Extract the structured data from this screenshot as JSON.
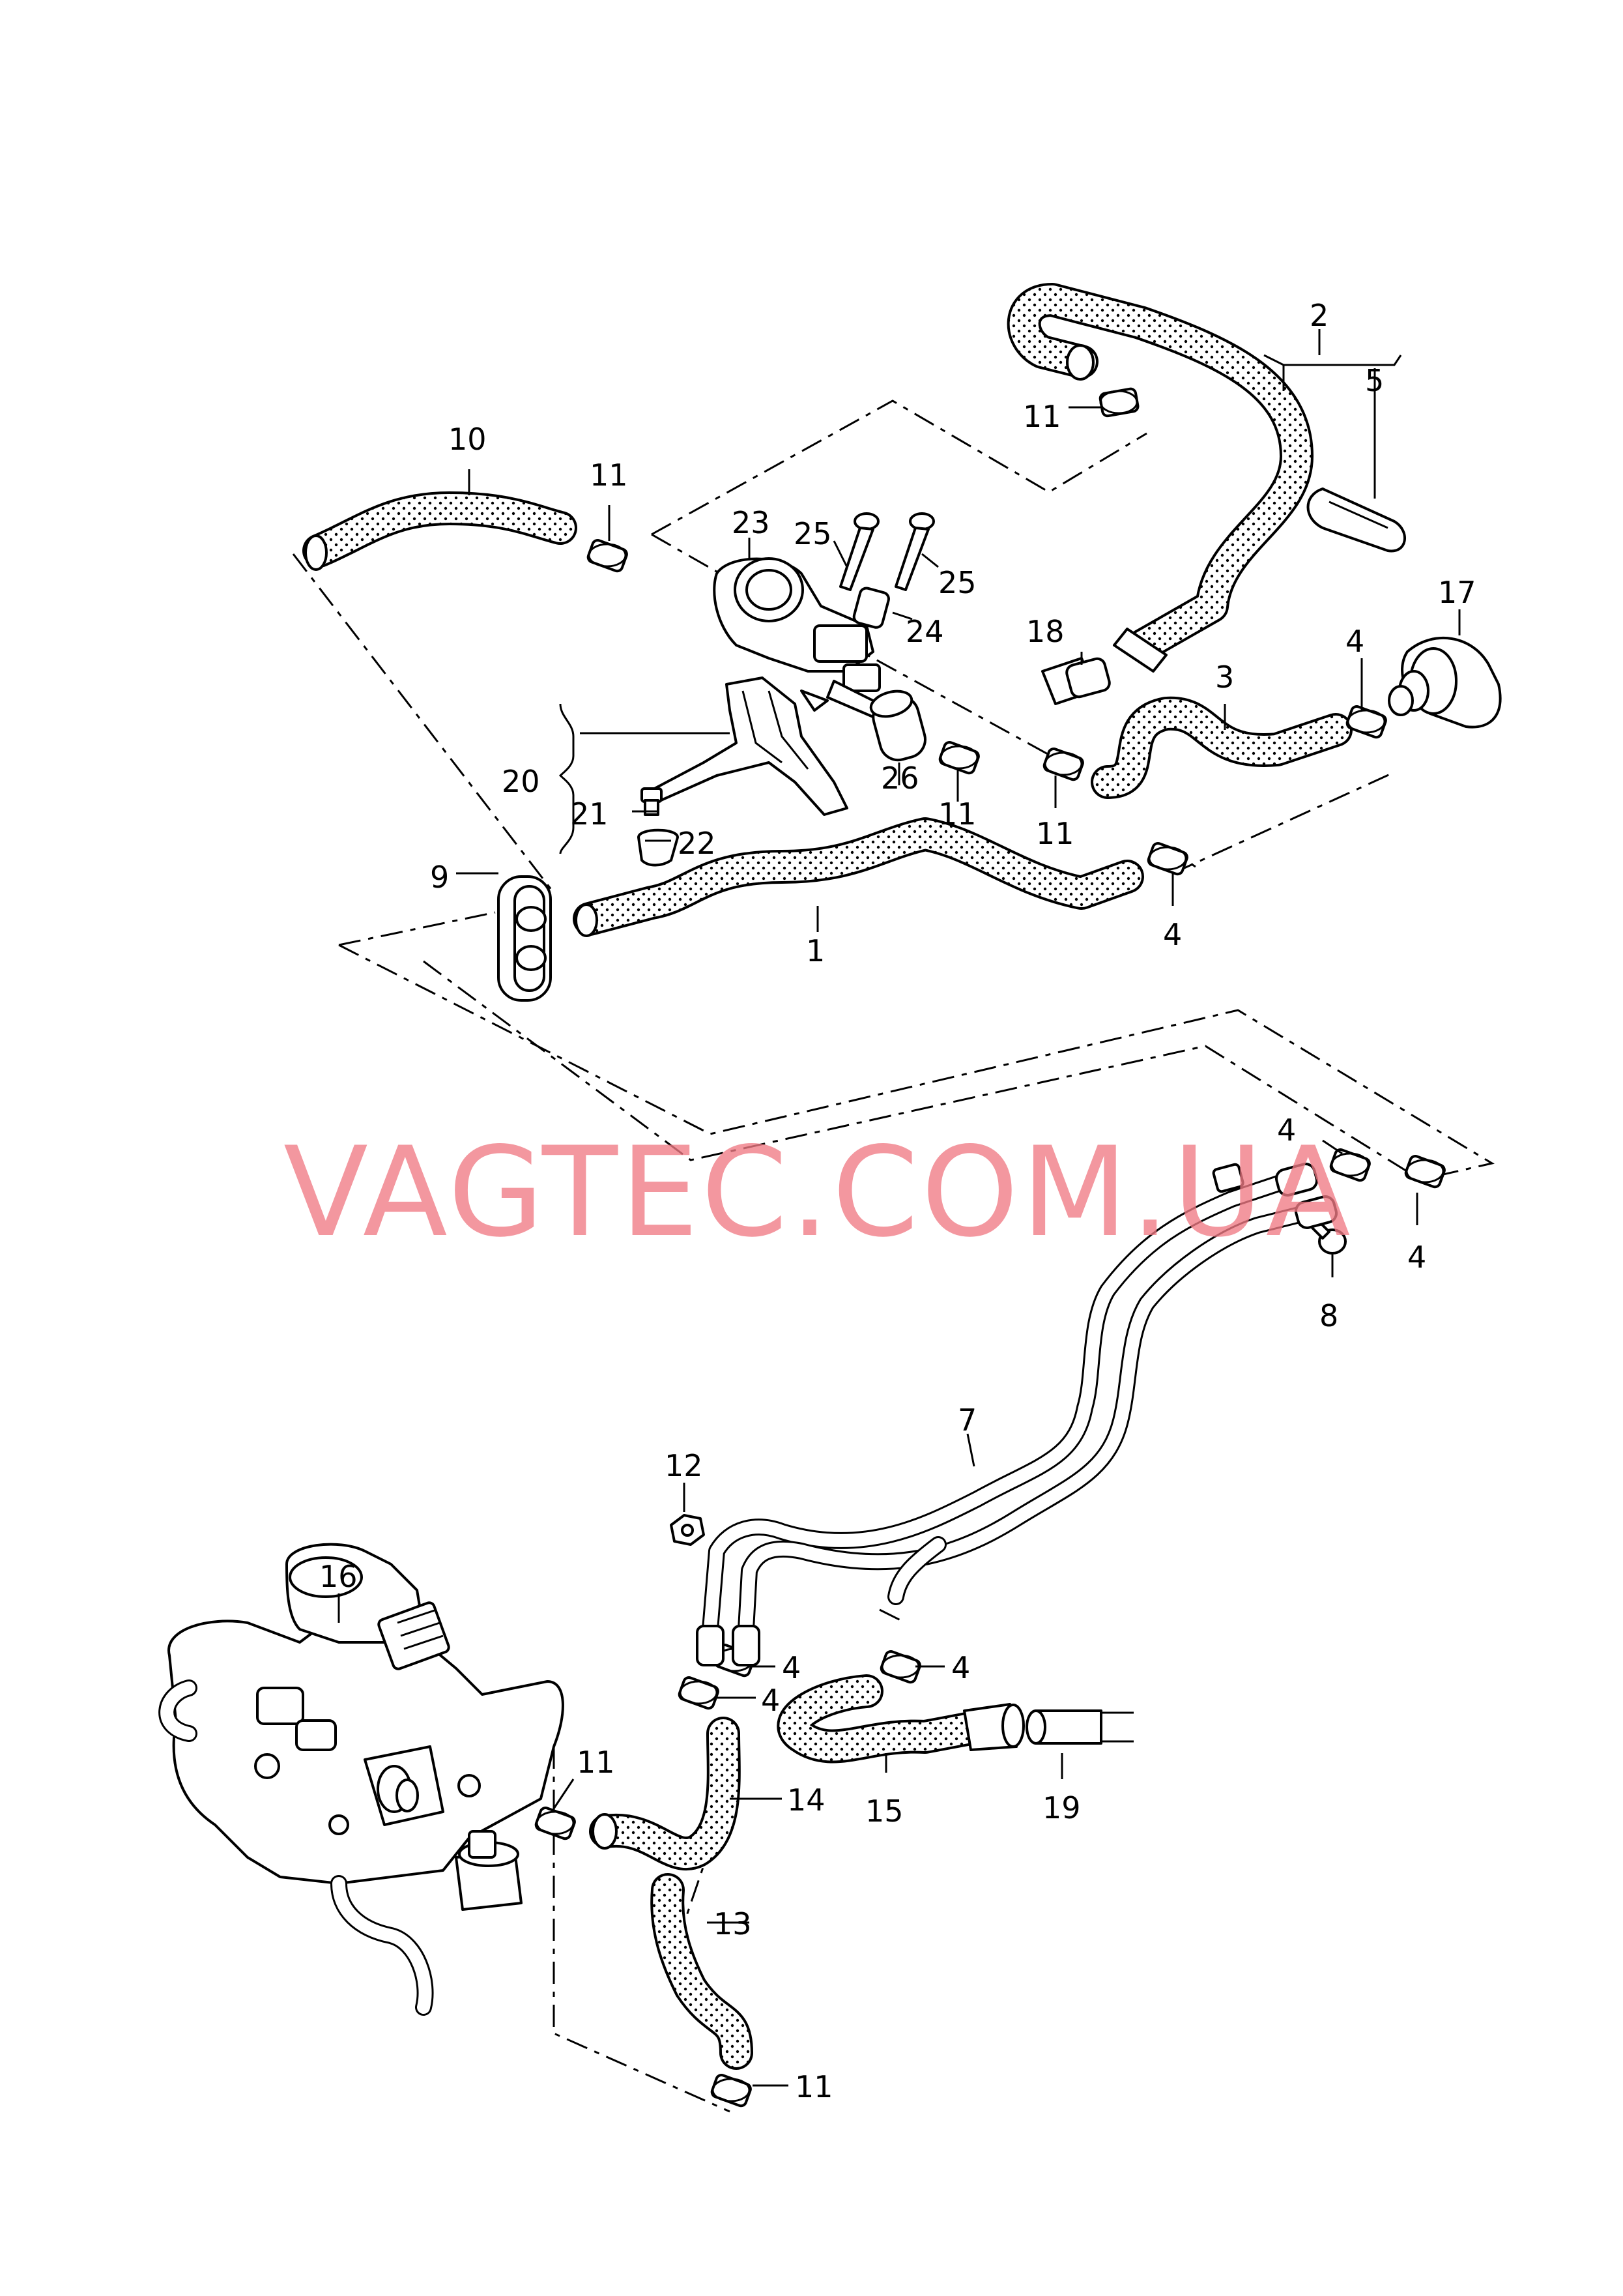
{
  "watermark": "VAGTEC.COM.UA",
  "labels": [
    {
      "id": "1",
      "text": "1"
    },
    {
      "id": "2",
      "text": "2"
    },
    {
      "id": "3",
      "text": "3"
    },
    {
      "id": "4a",
      "text": "4"
    },
    {
      "id": "4b",
      "text": "4"
    },
    {
      "id": "4c",
      "text": "4"
    },
    {
      "id": "4d",
      "text": "4"
    },
    {
      "id": "4e",
      "text": "4"
    },
    {
      "id": "4f",
      "text": "4"
    },
    {
      "id": "4g",
      "text": "4"
    },
    {
      "id": "5",
      "text": "5"
    },
    {
      "id": "7",
      "text": "7"
    },
    {
      "id": "8",
      "text": "8"
    },
    {
      "id": "9",
      "text": "9"
    },
    {
      "id": "10",
      "text": "10"
    },
    {
      "id": "11a",
      "text": "11"
    },
    {
      "id": "11b",
      "text": "11"
    },
    {
      "id": "11c",
      "text": "11"
    },
    {
      "id": "11d",
      "text": "11"
    },
    {
      "id": "11e",
      "text": "11"
    },
    {
      "id": "11f",
      "text": "11"
    },
    {
      "id": "12",
      "text": "12"
    },
    {
      "id": "13",
      "text": "13"
    },
    {
      "id": "14",
      "text": "14"
    },
    {
      "id": "15",
      "text": "15"
    },
    {
      "id": "16",
      "text": "16"
    },
    {
      "id": "17",
      "text": "17"
    },
    {
      "id": "18",
      "text": "18"
    },
    {
      "id": "19",
      "text": "19"
    },
    {
      "id": "20",
      "text": "20"
    },
    {
      "id": "21",
      "text": "21"
    },
    {
      "id": "22",
      "text": "22"
    },
    {
      "id": "23",
      "text": "23"
    },
    {
      "id": "24",
      "text": "24"
    },
    {
      "id": "25a",
      "text": "25"
    },
    {
      "id": "25b",
      "text": "25"
    },
    {
      "id": "26",
      "text": "26"
    }
  ]
}
